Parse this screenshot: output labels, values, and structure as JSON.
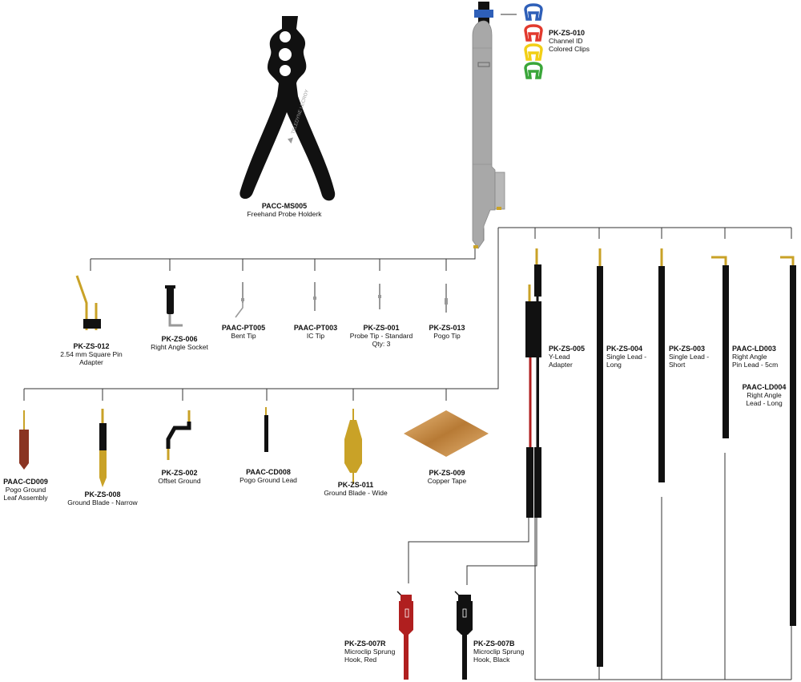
{
  "parts": {
    "pacc_ms005": {
      "code": "PACC-MS005",
      "desc": "Freehand Probe Holderk"
    },
    "pk_zs_010": {
      "code": "PK-ZS-010",
      "desc": "Channel ID",
      "desc2": "Colored Clips"
    },
    "pk_zs_012": {
      "code": "PK-ZS-012",
      "desc": "2.54 mm Square Pin",
      "desc2": "Adapter"
    },
    "pk_zs_006": {
      "code": "PK-ZS-006",
      "desc": "Right Angle Socket"
    },
    "paac_pt005": {
      "code": "PAAC-PT005",
      "desc": "Bent Tip"
    },
    "paac_pt003": {
      "code": "PAAC-PT003",
      "desc": "IC Tip"
    },
    "pk_zs_001": {
      "code": "PK-ZS-001",
      "desc": "Probe Tip - Standard",
      "desc2": "Qty: 3"
    },
    "pk_zs_013": {
      "code": "PK-ZS-013",
      "desc": "Pogo Tip"
    },
    "pk_zs_005": {
      "code": "PK-ZS-005",
      "desc": "Y-Lead",
      "desc2": "Adapter"
    },
    "pk_zs_004": {
      "code": "PK-ZS-004",
      "desc": "Single Lead -",
      "desc2": "Long"
    },
    "pk_zs_003": {
      "code": "PK-ZS-003",
      "desc": "Single Lead -",
      "desc2": "Short"
    },
    "paac_ld003": {
      "code": "PAAC-LD003",
      "desc": "Right Angle",
      "desc2": "Pin Lead - 5cm"
    },
    "paac_ld004": {
      "code": "PAAC-LD004",
      "desc": "Right Angle",
      "desc2": "Lead - Long"
    },
    "paac_cd009": {
      "code": "PAAC-CD009",
      "desc": "Pogo Ground",
      "desc2": "Leaf Assembly"
    },
    "pk_zs_008": {
      "code": "PK-ZS-008",
      "desc": "Ground Blade - Narrow"
    },
    "pk_zs_002": {
      "code": "PK-ZS-002",
      "desc": "Offset Ground"
    },
    "paac_cd008": {
      "code": "PAAC-CD008",
      "desc": "Pogo Ground Lead"
    },
    "pk_zs_011": {
      "code": "PK-ZS-011",
      "desc": "Ground Blade - Wide"
    },
    "pk_zs_009": {
      "code": "PK-ZS-009",
      "desc": "Copper Tape"
    },
    "pk_zs_007r": {
      "code": "PK-ZS-007R",
      "desc": "Microclip Sprung",
      "desc2": "Hook, Red"
    },
    "pk_zs_007b": {
      "code": "PK-ZS-007B",
      "desc": "Microclip Sprung",
      "desc2": "Hook, Black"
    }
  },
  "logo_text": "TELEDYNE LECROY",
  "colors": {
    "gold": "#c9a227",
    "probe_gray": "#a8a8a8",
    "clip_blue": "#2e5fb8",
    "clip_red": "#e23a2e",
    "clip_yellow": "#f2cf16",
    "clip_green": "#3aa63a",
    "hook_red": "#b01f1f",
    "pogo_brown": "#8a3422",
    "copper": "#c58a3d"
  }
}
